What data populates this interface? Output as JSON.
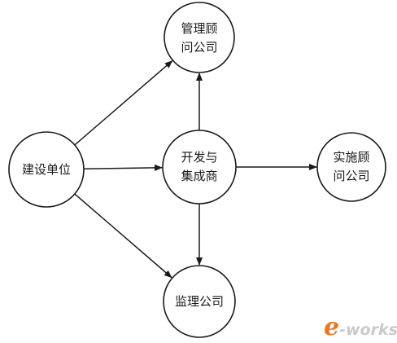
{
  "diagram": {
    "nodes": {
      "client": {
        "lines": [
          "建设单位"
        ]
      },
      "mgmt": {
        "lines": [
          "管理顾",
          "问公司"
        ]
      },
      "dev": {
        "lines": [
          "开发与",
          "集成商"
        ]
      },
      "impl": {
        "lines": [
          "实施顾",
          "问公司"
        ]
      },
      "supervision": {
        "lines": [
          "监理公司"
        ]
      }
    },
    "edges": [
      {
        "from": "client",
        "to": "mgmt"
      },
      {
        "from": "client",
        "to": "dev"
      },
      {
        "from": "client",
        "to": "supervision"
      },
      {
        "from": "dev",
        "to": "mgmt"
      },
      {
        "from": "dev",
        "to": "impl"
      },
      {
        "from": "dev",
        "to": "supervision"
      }
    ]
  },
  "watermark": {
    "e": "e",
    "dash": "-",
    "works": "works",
    "colors": {
      "e": "#e87722",
      "works": "#c9c9c9"
    }
  }
}
